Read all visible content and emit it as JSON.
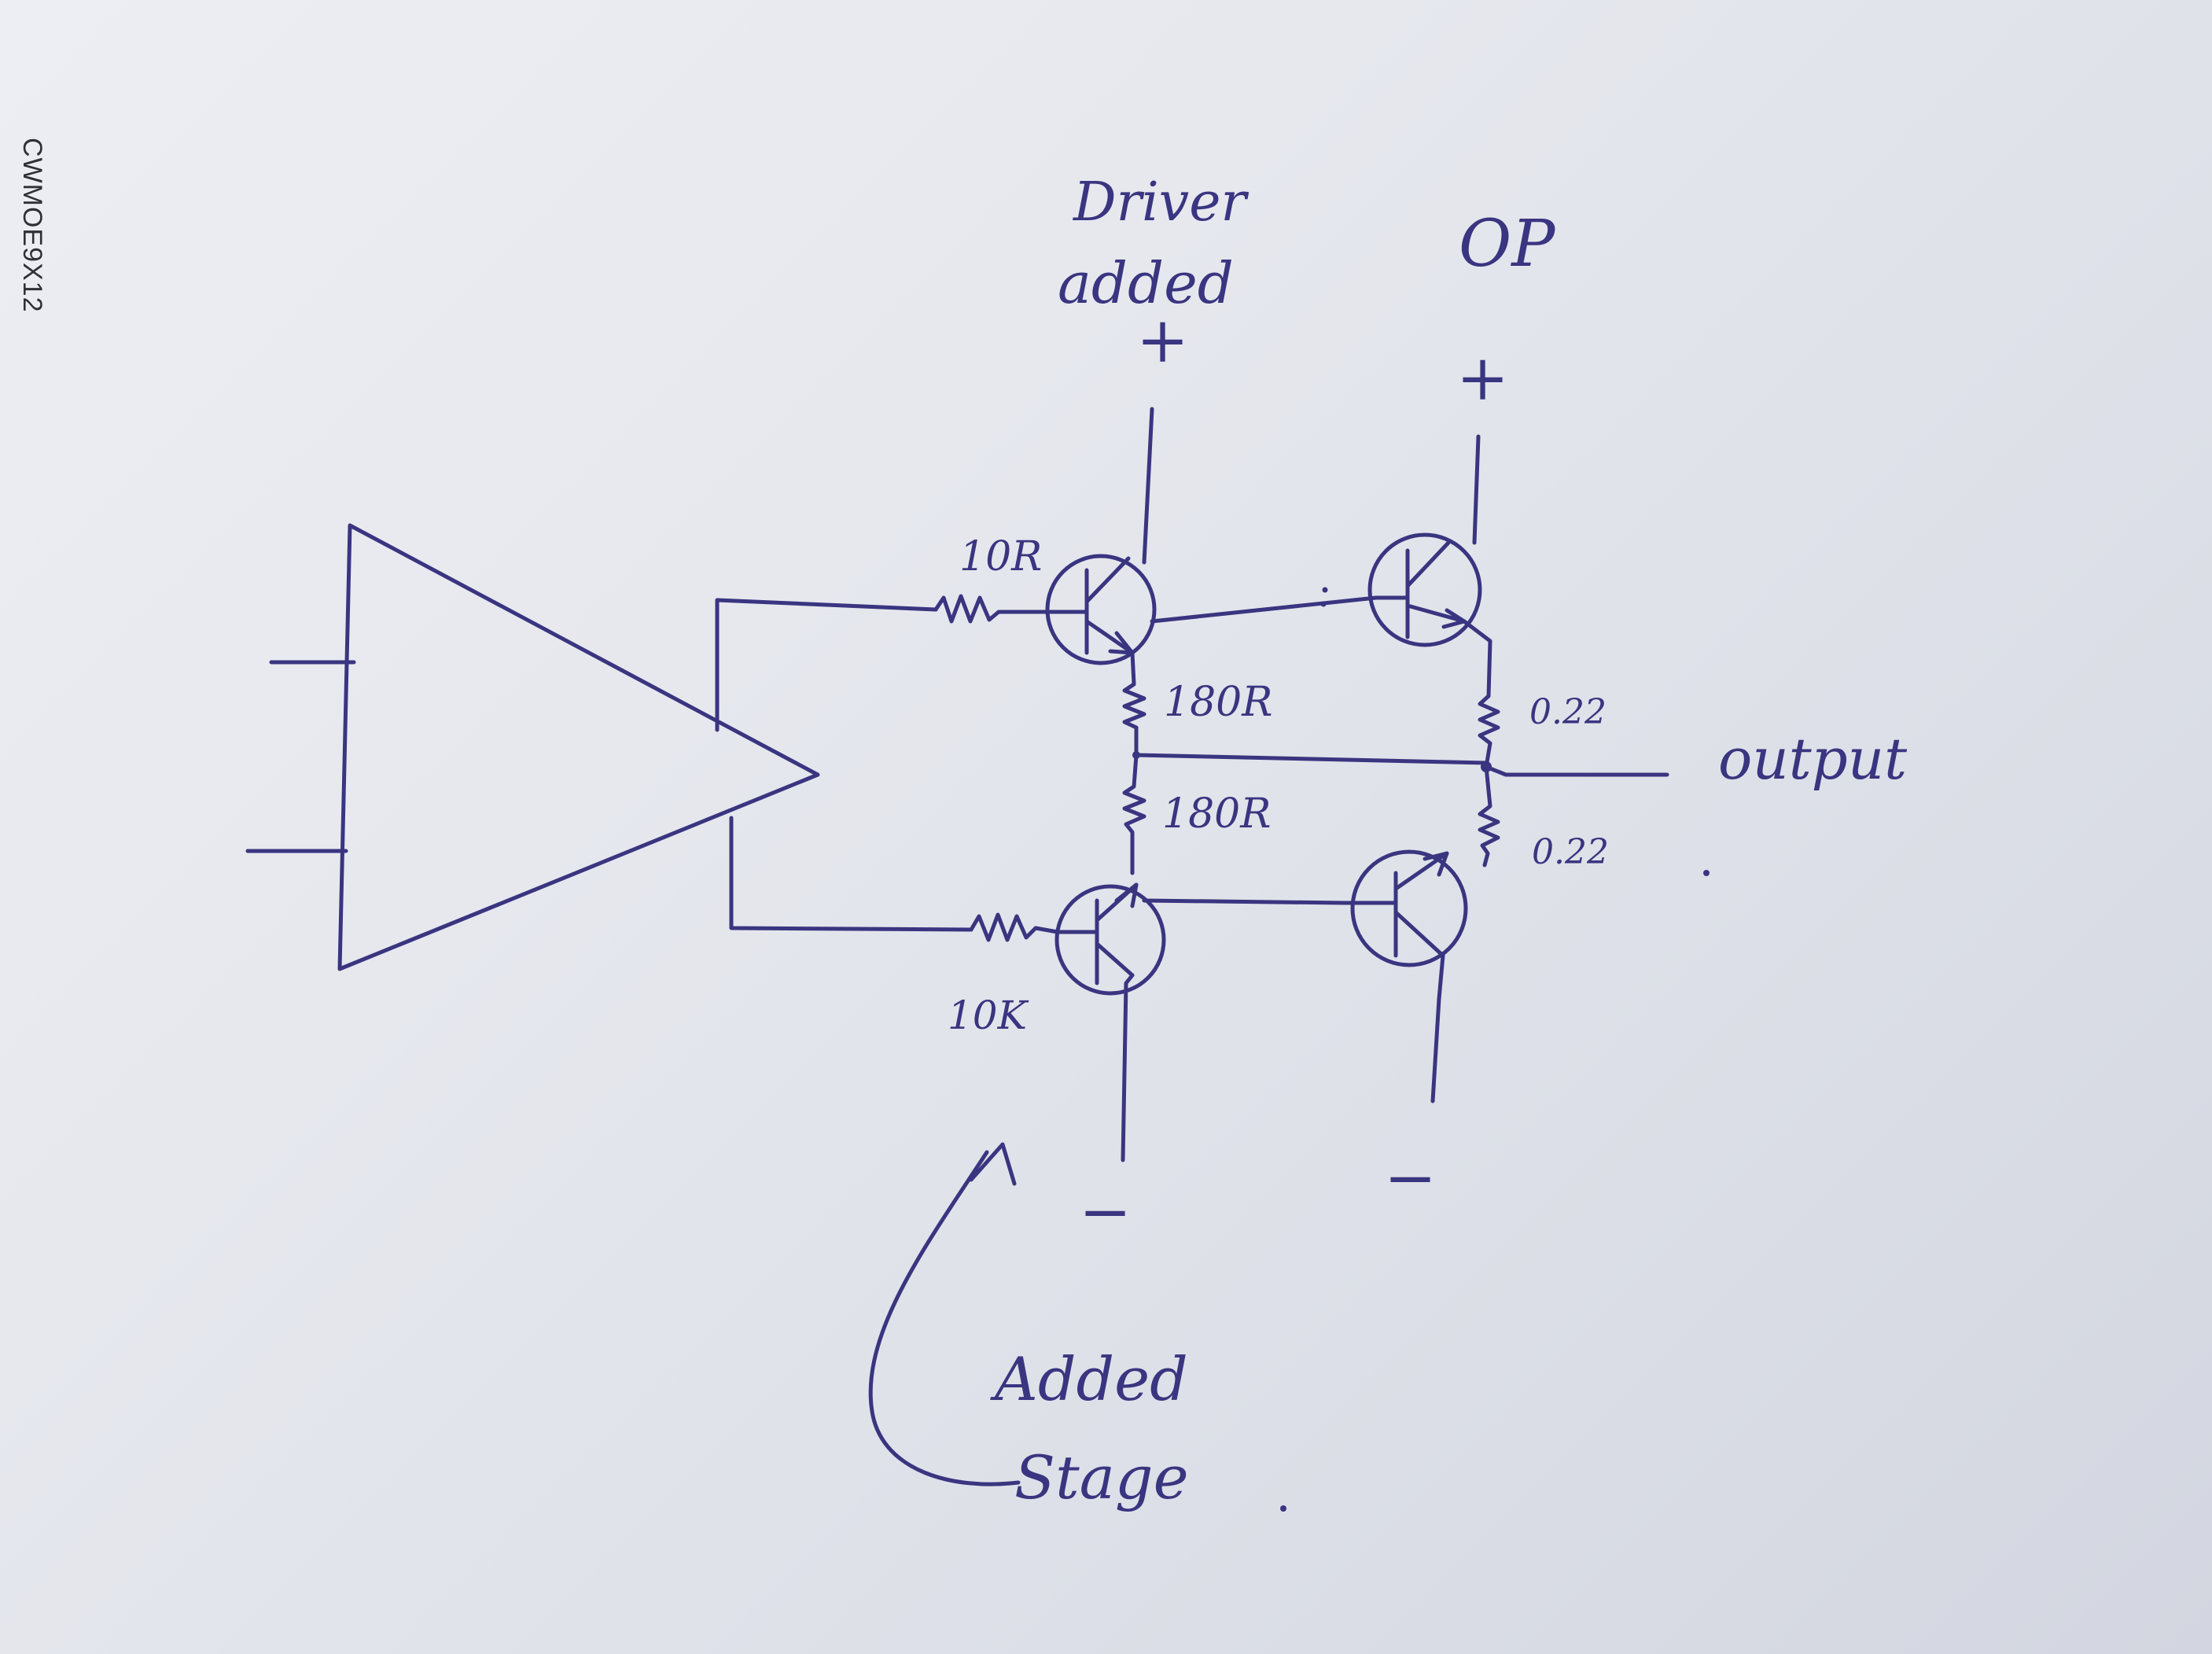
{
  "document_code": "CWMOE9X12",
  "labels": {
    "driver_line1": "Driver",
    "driver_line2": "added",
    "op": "OP",
    "plus_driver": "+",
    "plus_op": "+",
    "minus_driver": "−",
    "minus_op": "−",
    "output": "output",
    "added_line1": "Added",
    "added_line2": "Stage"
  },
  "components": {
    "base_resistor_top": "10R",
    "base_resistor_bottom": "10K",
    "driver_emitter_top": "180R",
    "driver_emitter_bottom": "180R",
    "output_emitter_top": "0.22",
    "output_emitter_bottom": "0.22"
  },
  "style": {
    "ink_color": "#3a3580",
    "paper_color": "#e6e8ee"
  }
}
